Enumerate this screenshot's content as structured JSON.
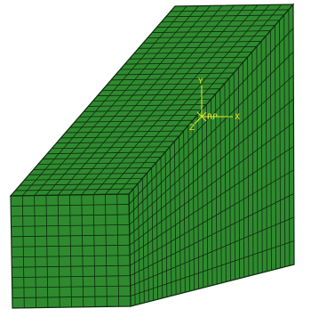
{
  "viewport": {
    "background_color": "#ffffff",
    "mesh_fill_color": "#2f8a2f",
    "mesh_line_color": "#0d2a0d",
    "triad_color": "#e6e62e",
    "mesh_divisions": {
      "front_face": [
        10,
        11
      ],
      "side_face": [
        36,
        11
      ],
      "top_face": [
        36,
        10
      ]
    }
  },
  "triad": {
    "y_label": "Y",
    "x_label": "X",
    "z_label": "Z",
    "rp_label": "RP"
  }
}
